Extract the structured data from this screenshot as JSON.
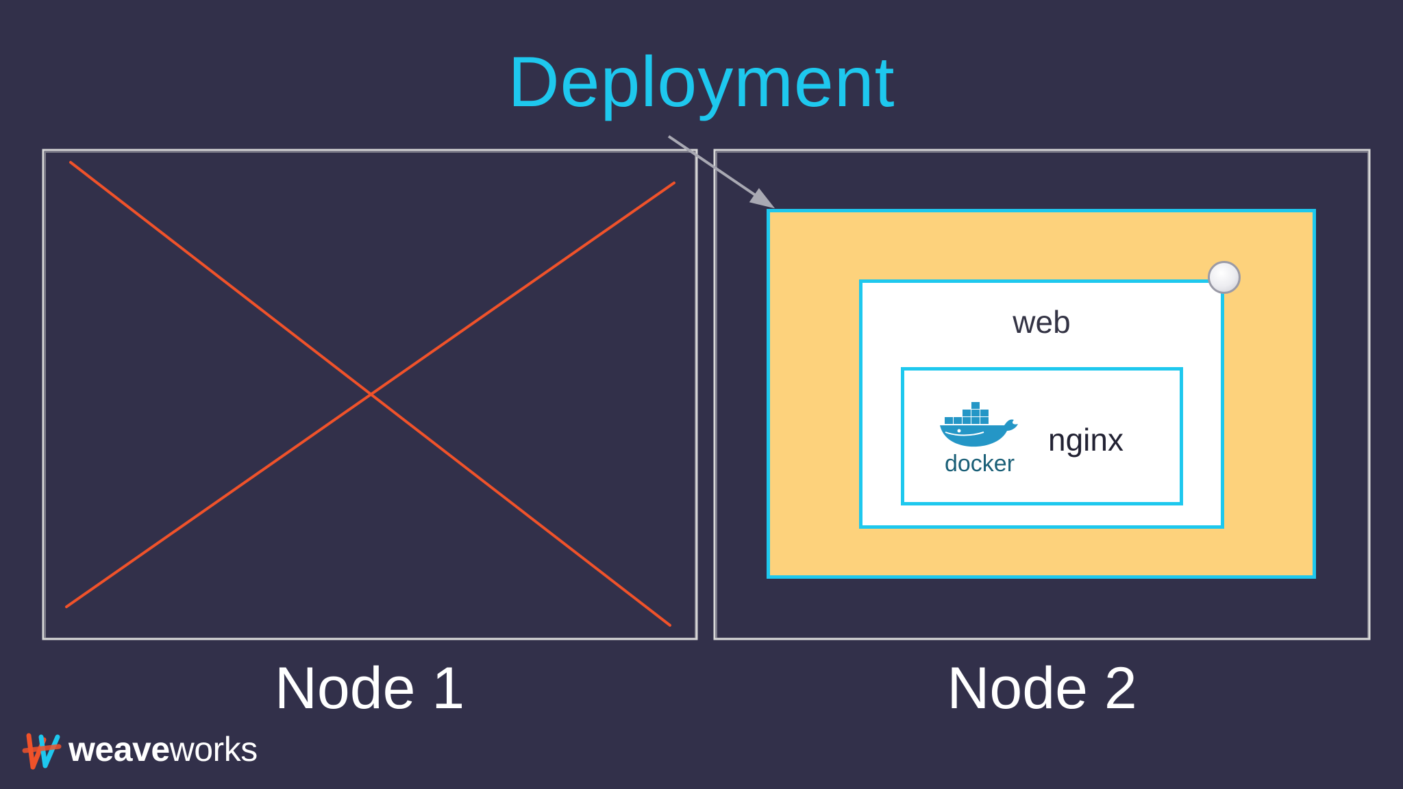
{
  "title": "Deployment",
  "nodes": [
    {
      "label": "Node 1"
    },
    {
      "label": "Node 2"
    }
  ],
  "pod": {
    "label": "web"
  },
  "container": {
    "label": "nginx",
    "logo_text": "docker"
  },
  "brand": {
    "bold": "weave",
    "regular": "works"
  },
  "colors": {
    "background": "#32304a",
    "accent": "#1ec8ee",
    "cross": "#f0522a",
    "deployment_fill": "#fdd27c",
    "node_border": "#d8d8d8"
  }
}
